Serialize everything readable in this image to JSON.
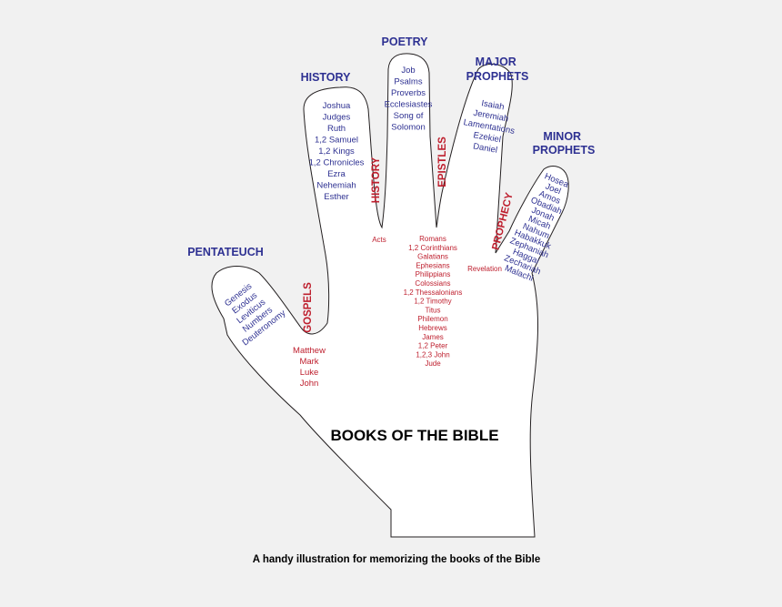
{
  "title": "BOOKS OF THE BIBLE",
  "caption": "A handy illustration for memorizing the books of the Bible",
  "colors": {
    "background": "#f1f1f1",
    "header_blue": "#2e3192",
    "book_blue": "#2e3192",
    "red": "#be1e2d",
    "outline": "#231f20",
    "fill": "#ffffff"
  },
  "fingers": {
    "pentateuch": {
      "header": "PENTATEUCH",
      "books": [
        "Genesis",
        "Exodus",
        "Leviticus",
        "Numbers",
        "Deuteronomy"
      ],
      "between_label": "GOSPELS",
      "between_books": [
        "Matthew",
        "Mark",
        "Luke",
        "John"
      ]
    },
    "history": {
      "header": "HISTORY",
      "books": [
        "Joshua",
        "Judges",
        "Ruth",
        "1,2 Samuel",
        "1,2 Kings",
        "1,2 Chronicles",
        "Ezra",
        "Nehemiah",
        "Esther"
      ],
      "between_label": "HISTORY",
      "between_books": [
        "Acts"
      ]
    },
    "poetry": {
      "header": "POETRY",
      "books": [
        "Job",
        "Psalms",
        "Proverbs",
        "Ecclesiastes",
        "Song of",
        "Solomon"
      ],
      "between_label": "EPISTLES",
      "between_books": [
        "Romans",
        "1,2 Corinthians",
        "Galatians",
        "Ephesians",
        "Philippians",
        "Colossians",
        "1,2 Thessalonians",
        "1,2 Timothy",
        "Titus",
        "Philemon",
        "Hebrews",
        "James",
        "1,2 Peter",
        "1,2,3 John",
        "Jude"
      ]
    },
    "major_prophets": {
      "header": [
        "MAJOR",
        "PROPHETS"
      ],
      "books": [
        "Isaiah",
        "Jeremiah",
        "Lamentations",
        "Ezekiel",
        "Daniel"
      ],
      "between_label": "PROPHECY",
      "between_books": [
        "Revelation"
      ]
    },
    "minor_prophets": {
      "header": [
        "MINOR",
        "PROPHETS"
      ],
      "books": [
        "Hosea",
        "Joel",
        "Amos",
        "Obadiah",
        "Jonah",
        "Micah",
        "Nahum",
        "Habakkuk",
        "Zephaniah",
        "Haggai",
        "Zechariah",
        "Malachi"
      ]
    }
  }
}
